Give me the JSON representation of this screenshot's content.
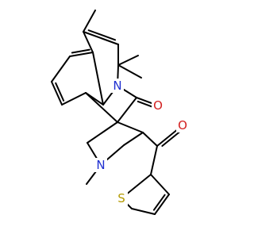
{
  "molecule": {
    "atoms": [
      {
        "id": "N_indole",
        "label": "N",
        "color": "#1f2fd0"
      },
      {
        "id": "O_lactam",
        "label": "O",
        "color": "#d21f1f"
      },
      {
        "id": "N_pyrrolidine",
        "label": "N",
        "color": "#1f2fd0"
      },
      {
        "id": "O_ketone",
        "label": "O",
        "color": "#d21f1f"
      },
      {
        "id": "S_thiophene",
        "label": "S",
        "color": "#b39a00"
      }
    ],
    "bond_color": "#000000"
  }
}
